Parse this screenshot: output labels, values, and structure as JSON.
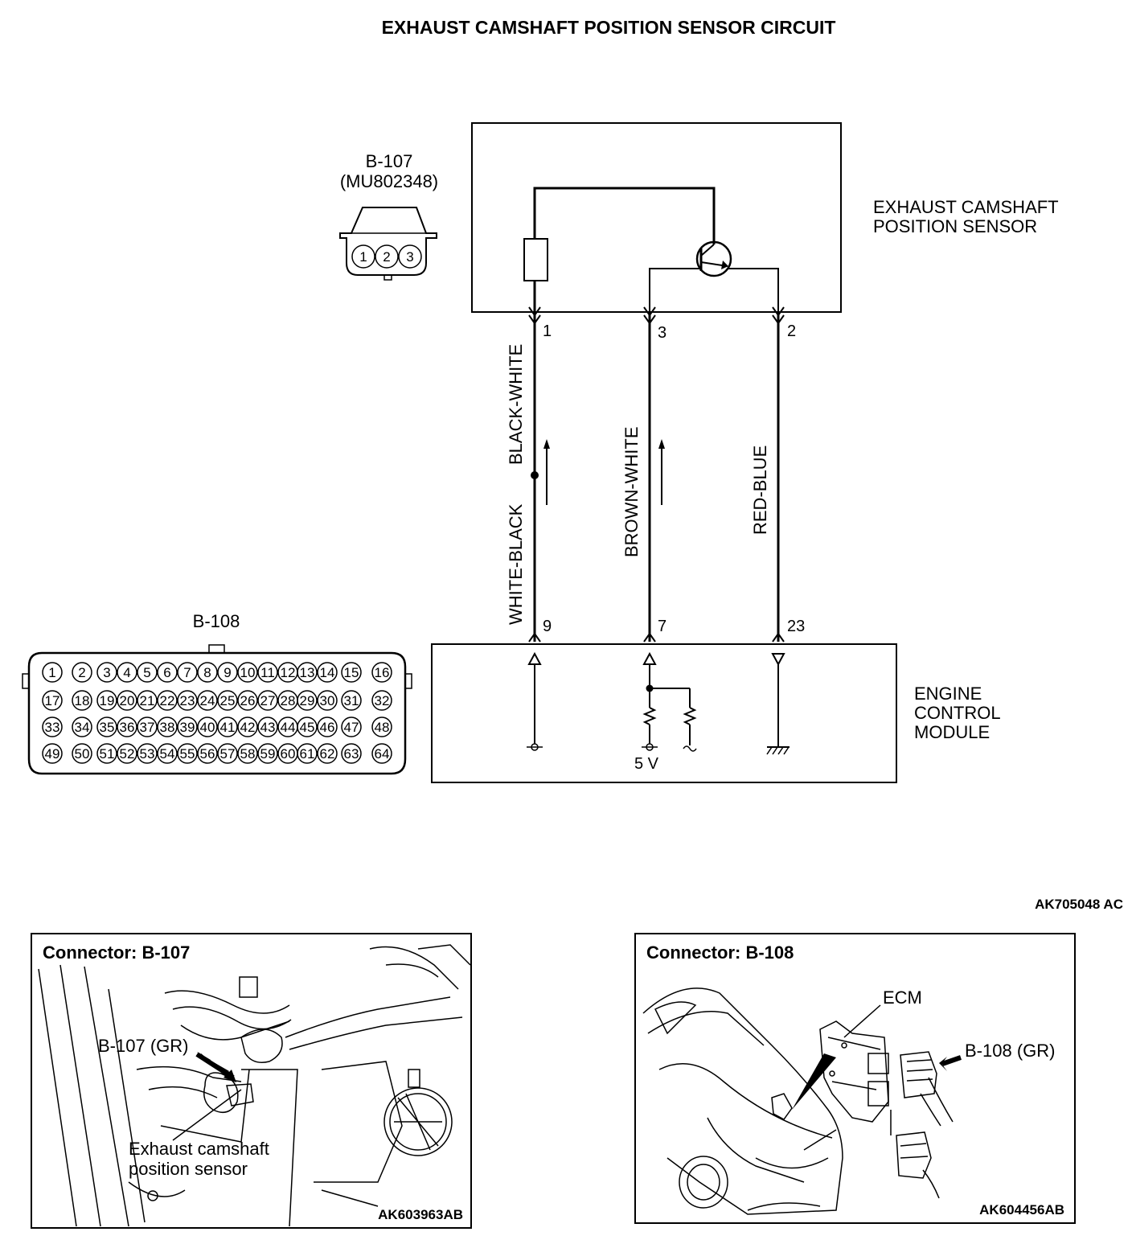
{
  "title": "EXHAUST CAMSHAFT POSITION SENSOR CIRCUIT",
  "sensor": {
    "connector_id": "B-107",
    "part_number": "(MU802348)",
    "label_line1": "EXHAUST CAMSHAFT",
    "label_line2": "POSITION SENSOR",
    "pins": [
      "1",
      "2",
      "3"
    ]
  },
  "ecm": {
    "connector_id": "B-108",
    "label_line1": "ENGINE",
    "label_line2": "CONTROL",
    "label_line3": "MODULE",
    "supply": "5 V",
    "pin_rows": [
      [
        "1",
        "2",
        "3",
        "4",
        "5",
        "6",
        "7",
        "8",
        "9",
        "10",
        "11",
        "12",
        "13",
        "14",
        "15",
        "16"
      ],
      [
        "17",
        "18",
        "19",
        "20",
        "21",
        "22",
        "23",
        "24",
        "25",
        "26",
        "27",
        "28",
        "29",
        "30",
        "31",
        "32"
      ],
      [
        "33",
        "34",
        "35",
        "36",
        "37",
        "38",
        "39",
        "40",
        "41",
        "42",
        "43",
        "44",
        "45",
        "46",
        "47",
        "48"
      ],
      [
        "49",
        "50",
        "51",
        "52",
        "53",
        "54",
        "55",
        "56",
        "57",
        "58",
        "59",
        "60",
        "61",
        "62",
        "63",
        "64"
      ]
    ]
  },
  "wires": [
    {
      "sensor_pin": "1",
      "ecm_pin": "9",
      "color_top": "BLACK-WHITE",
      "color_bottom": "WHITE-BLACK"
    },
    {
      "sensor_pin": "3",
      "ecm_pin": "7",
      "color": "BROWN-WHITE"
    },
    {
      "sensor_pin": "2",
      "ecm_pin": "23",
      "color": "RED-BLUE"
    }
  ],
  "diagram_code": "AK705048 AC",
  "panel_left": {
    "title": "Connector: B-107",
    "callout": "B-107 (GR)",
    "label_line1": "Exhaust camshaft",
    "label_line2": "position sensor",
    "code": "AK603963AB"
  },
  "panel_right": {
    "title": "Connector: B-108",
    "ecm_label": "ECM",
    "callout": "B-108 (GR)",
    "code": "AK604456AB"
  }
}
